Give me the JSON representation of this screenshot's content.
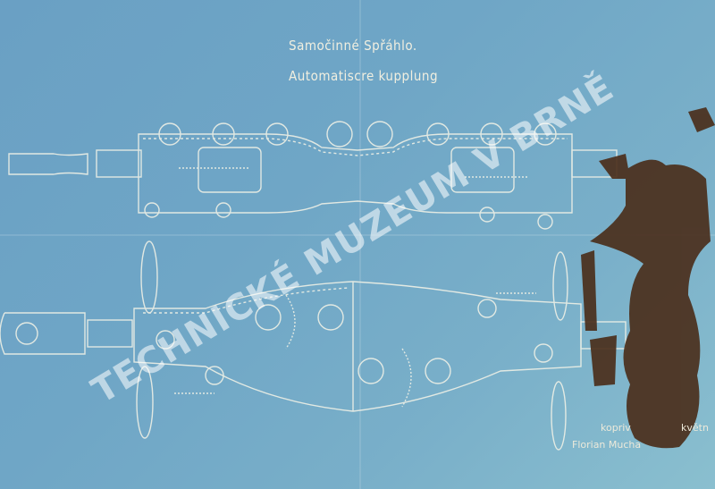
{
  "drawing": {
    "title_czech": "Samočinné Spřáhlo.",
    "title_german": "Automatiscre kupplung",
    "signature_line1": "kopriv",
    "signature_line1_end": "květn",
    "signature_line2": "Florian Mucha"
  },
  "watermark": "TECHNICKÉ MUZEUM V BRNĚ",
  "colors": {
    "paper": "#6fa6c6",
    "lines": "#eef0e6",
    "stain": "#4a2e1a"
  }
}
